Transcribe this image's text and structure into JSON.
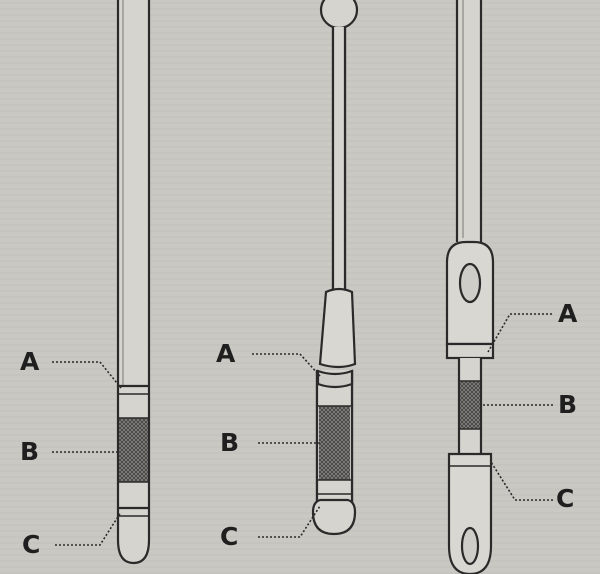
{
  "diagram": {
    "dipsticks": [
      {
        "id": "left",
        "labels": {
          "a": "A",
          "b": "B",
          "c": "C"
        }
      },
      {
        "id": "middle",
        "labels": {
          "a": "A",
          "b": "B",
          "c": "C"
        }
      },
      {
        "id": "right",
        "labels": {
          "a": "A",
          "b": "B",
          "c": "C"
        }
      }
    ]
  }
}
